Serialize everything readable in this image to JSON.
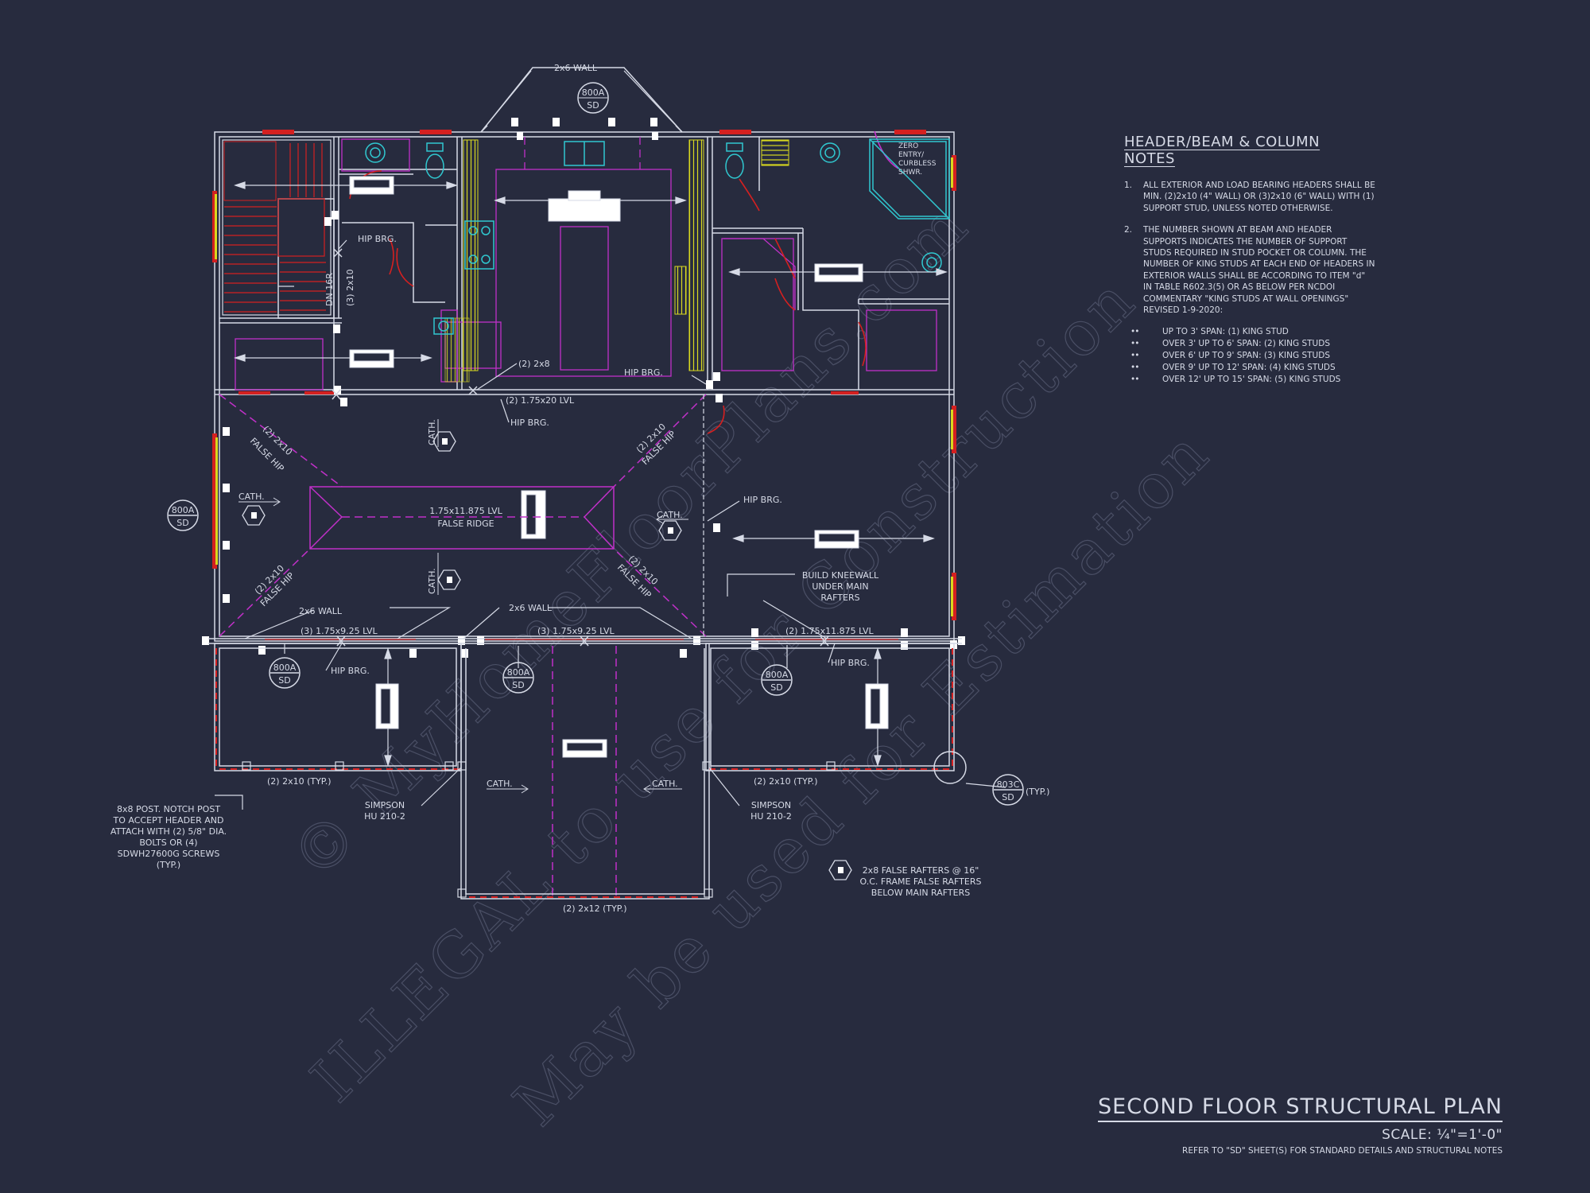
{
  "labels": {
    "wall_top": "2x6 WALL",
    "wall_left": "2x6 WALL",
    "wall_mid": "2x6 WALL",
    "hip_brg": "HIP BRG.",
    "dn16r": "DN 16R",
    "three_2x10": "(3) 2x10",
    "two_2x8": "(2) 2x8",
    "lvl_20": "(2) 1.75x20 LVL",
    "cath": "CATH.",
    "false_hip_size": "(2) 2x10",
    "false_hip": "FALSE HIP",
    "ridge_lvl": "1.75x11.875 LVL",
    "false_ridge": "FALSE RIDGE",
    "lvl_925": "(3) 1.75x9.25 LVL",
    "lvl_925b": "(3) 1.75x9.25 LVL",
    "lvl_11875": "(2) 1.75x11.875 LVL",
    "kneewall": [
      "BUILD KNEEWALL",
      "UNDER MAIN",
      "RAFTERS"
    ],
    "typ_2x10": "(2) 2x10 (TYP.)",
    "typ_2x12": "(2) 2x12 (TYP.)",
    "simpson": [
      "SIMPSON",
      "HU 210-2"
    ],
    "post_note": [
      "8x8 POST. NOTCH POST",
      "TO ACCEPT HEADER AND",
      "ATTACH WITH (2) 5/8\" DIA.",
      "BOLTS OR (4)",
      "SDWH27600G SCREWS",
      "(TYP.)"
    ],
    "false_rafters": [
      "2x8 FALSE RAFTERS @ 16\"",
      "O.C. FRAME FALSE RAFTERS",
      "BELOW MAIN RAFTERS"
    ],
    "shower": [
      "ZERO",
      "ENTRY/",
      "CURBLESS",
      "SHWR."
    ],
    "typ": "(TYP.)"
  },
  "detail_tags": {
    "top": [
      "800A",
      "SD"
    ],
    "left": [
      "800A",
      "SD"
    ],
    "porch_1": [
      "800A",
      "SD"
    ],
    "porch_2": [
      "800A",
      "SD"
    ],
    "porch_3": [
      "800A",
      "SD"
    ],
    "corner": [
      "803C",
      "SD"
    ]
  },
  "notes": {
    "title": "HEADER/BEAM & COLUMN NOTES",
    "items": [
      {
        "num": "1.",
        "text": "ALL EXTERIOR AND LOAD BEARING HEADERS SHALL BE MIN. (2)2x10 (4\" WALL) OR (3)2x10 (6\" WALL) WITH (1) SUPPORT STUD, UNLESS NOTED OTHERWISE."
      },
      {
        "num": "2.",
        "text": "THE NUMBER SHOWN AT BEAM AND HEADER SUPPORTS INDICATES THE NUMBER OF SUPPORT STUDS REQUIRED IN STUD POCKET OR COLUMN. THE NUMBER OF KING STUDS AT EACH END OF HEADERS IN EXTERIOR WALLS SHALL BE ACCORDING TO ITEM \"d\" IN TABLE R602.3(5) OR AS BELOW PER NCDOI COMMENTARY \"KING STUDS AT WALL OPENINGS\" REVISED 1-9-2020:"
      }
    ],
    "spans": [
      {
        "bullet": "••",
        "text": "UP TO 3' SPAN: (1) KING STUD"
      },
      {
        "bullet": "••",
        "text": "OVER 3' UP TO 6' SPAN: (2) KING STUDS"
      },
      {
        "bullet": "••",
        "text": "OVER 6' UP TO 9' SPAN: (3) KING STUDS"
      },
      {
        "bullet": "••",
        "text": "OVER 9' UP TO 12' SPAN: (4) KING STUDS"
      },
      {
        "bullet": "••",
        "text": "OVER 12' UP TO 15' SPAN: (5) KING STUDS"
      }
    ]
  },
  "title_block": {
    "title": "SECOND FLOOR STRUCTURAL PLAN",
    "scale": "SCALE: ¼\"=1'-0\"",
    "reference": "REFER TO \"SD\" SHEET(S) FOR STANDARD DETAILS AND STRUCTURAL NOTES"
  },
  "watermark": {
    "line1": "© MyHomeFloorPlans.com",
    "line2": "ILLEGAL to use for Construction",
    "line3": "May be used for Estimation"
  },
  "colors": {
    "background": "#272b3e",
    "line": "#d6dae6",
    "magenta": "#c030c8",
    "red": "#d42020",
    "yellow": "#d8d820",
    "cyan": "#30c8d0"
  }
}
